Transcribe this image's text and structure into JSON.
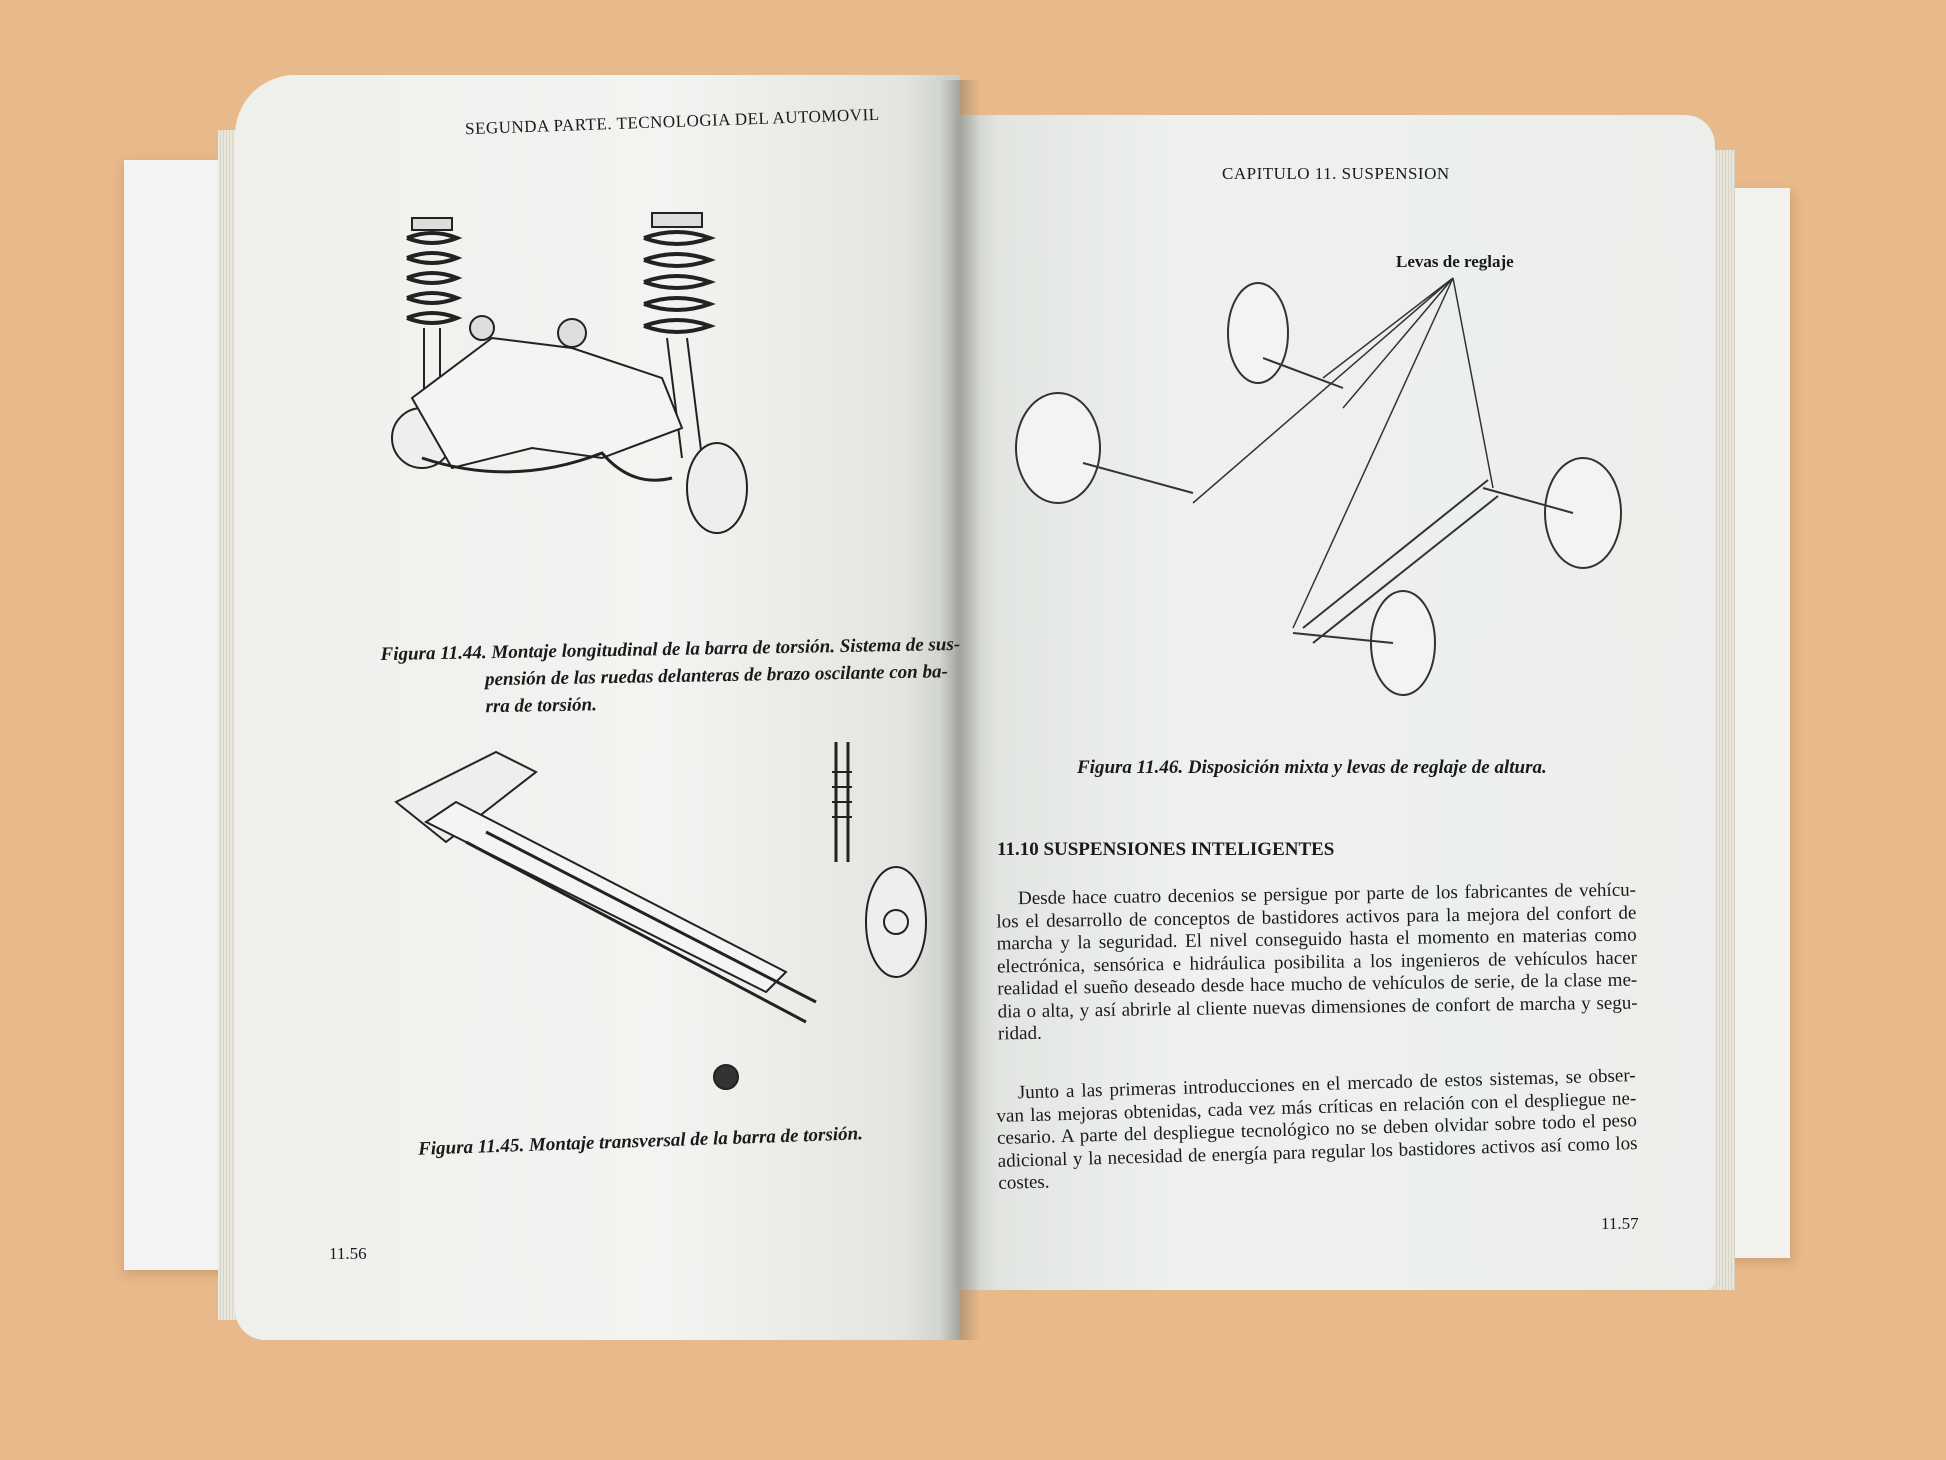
{
  "left_page": {
    "header": "SEGUNDA PARTE. TECNOLOGIA DEL AUTOMOVIL",
    "figure_44_caption_lines": [
      "Figura 11.44. Montaje longitudinal de la barra de torsión. Sistema de sus-",
      "pensión de las ruedas delanteras de brazo oscilante con ba-",
      "rra de torsión."
    ],
    "figure_45_caption": "Figura 11.45. Montaje transversal de la barra de torsión.",
    "page_number": "11.56"
  },
  "right_page": {
    "header": "CAPITULO 11. SUSPENSION",
    "figure_46_label": "Levas de reglaje",
    "figure_46_caption": "Figura 11.46. Disposición mixta y levas de reglaje de altura.",
    "section_heading": "11.10 SUSPENSIONES INTELIGENTES",
    "paragraph_1_lines": [
      "Desde hace cuatro decenios se persigue por parte de los fabricantes de vehícu-",
      "los el desarrollo de conceptos de bastidores activos para la mejora del confort de",
      "marcha y la seguridad. El nivel conseguido hasta el momento en materias como",
      "electrónica, sensórica e hidráulica posibilita a los ingenieros de vehículos hacer",
      "realidad el sueño deseado desde hace mucho de vehículos de serie, de la clase me-",
      "dia o alta, y así abrirle al cliente nuevas dimensiones de confort de marcha y segu-",
      "ridad."
    ],
    "paragraph_2_lines": [
      "Junto a las primeras introducciones en el mercado de estos sistemas, se obser-",
      "van las mejoras obtenidas, cada vez más críticas en relación con el despliegue ne-",
      "cesario. A parte del despliegue tecnológico no se deben olvidar sobre todo el peso",
      "adicional y la necesidad de energía para regular los bastidores activos así como los",
      "costes."
    ],
    "page_number": "11.57"
  }
}
